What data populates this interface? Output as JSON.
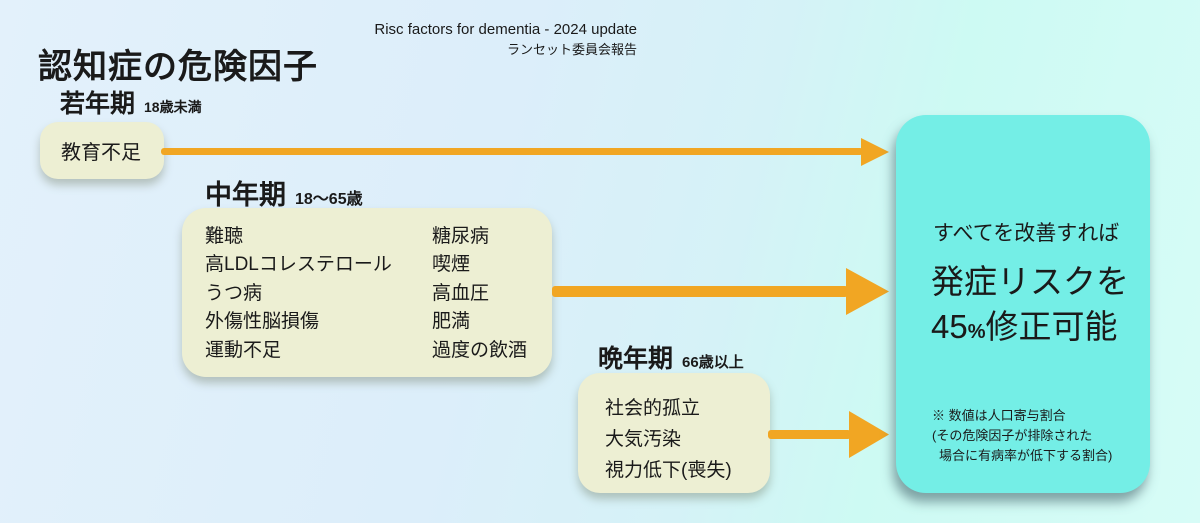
{
  "header": {
    "title": "認知症の危険因子",
    "subtitle_en": "Risc factors for dementia - 2024 update",
    "subtitle_ja": "ランセット委員会報告"
  },
  "colors": {
    "arrow": "#F1A623",
    "factor-box": "#EDEFD3",
    "result-box": "#74EEE6",
    "ink": "#1A1A1A",
    "bg-left": "#E3F1FB",
    "bg-right": "#CDFAF3"
  },
  "stages": {
    "young": {
      "label": "若年期",
      "age": "18歳未満",
      "factors": [
        "教育不足"
      ]
    },
    "middle": {
      "label": "中年期",
      "age": "18～65歳",
      "factors_left": [
        "難聴",
        "高LDLコレステロール",
        "うつ病",
        "外傷性脳損傷",
        "運動不足"
      ],
      "factors_right": [
        "糖尿病",
        "喫煙",
        "高血圧",
        "肥満",
        "過度の飲酒"
      ]
    },
    "late": {
      "label": "晩年期",
      "age": "66歳以上",
      "factors": [
        "社会的孤立",
        "大気汚染",
        "視力低下(喪失)"
      ]
    }
  },
  "result": {
    "intro": "すべてを改善すれば",
    "headline_line1": "発症リスクを",
    "value": "45",
    "unit": "%",
    "headline_line2": "修正可能",
    "note_lines": [
      "※ 数値は人口寄与割合",
      "(その危険因子が排除された",
      "場合に有病率が低下する割合)"
    ]
  }
}
